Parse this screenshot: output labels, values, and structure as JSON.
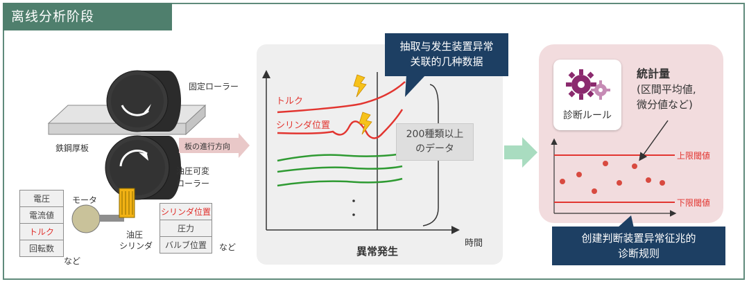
{
  "title": "离线分析阶段",
  "left": {
    "fixed_roller": "固定ローラー",
    "steel_plate": "鉄鋼厚板",
    "direction_label": "板の進行方向",
    "hydraulic_roller_1": "油圧可変",
    "hydraulic_roller_2": "ローラー",
    "motor": "モータ",
    "cylinder_1": "油圧",
    "cylinder_2": "シリンダ",
    "motor_table": [
      {
        "text": "電圧",
        "highlight": false
      },
      {
        "text": "電流値",
        "highlight": false
      },
      {
        "text": "トルク",
        "highlight": true
      },
      {
        "text": "回転数",
        "highlight": false
      }
    ],
    "motor_etc": "など",
    "cylinder_table": [
      {
        "text": "シリンダ位置",
        "highlight": true
      },
      {
        "text": "圧力",
        "highlight": false
      },
      {
        "text": "バルブ位置",
        "highlight": false
      }
    ],
    "cylinder_etc": "など"
  },
  "middle": {
    "callout_line1": "抽取与发生装置异常",
    "callout_line2": "关联的几种数据",
    "torque_label": "トルク",
    "cylinder_label": "シリンダ位置",
    "data_box_line1": "200種類以上",
    "data_box_line2": "のデータ",
    "x_axis_label": "時間",
    "event_label": "異常発生",
    "colors": {
      "abnormal": "#e23530",
      "normal": "#2e9a32"
    }
  },
  "right": {
    "rule_card_label": "診断ルール",
    "stats_head": "統計量",
    "stats_line1": "(区間平均値,",
    "stats_line2": "微分値など)",
    "upper_limit": "上限閾値",
    "lower_limit": "下限閾値",
    "callout_line1": "创建判断装置异常征兆的",
    "callout_line2": "诊断规则"
  }
}
